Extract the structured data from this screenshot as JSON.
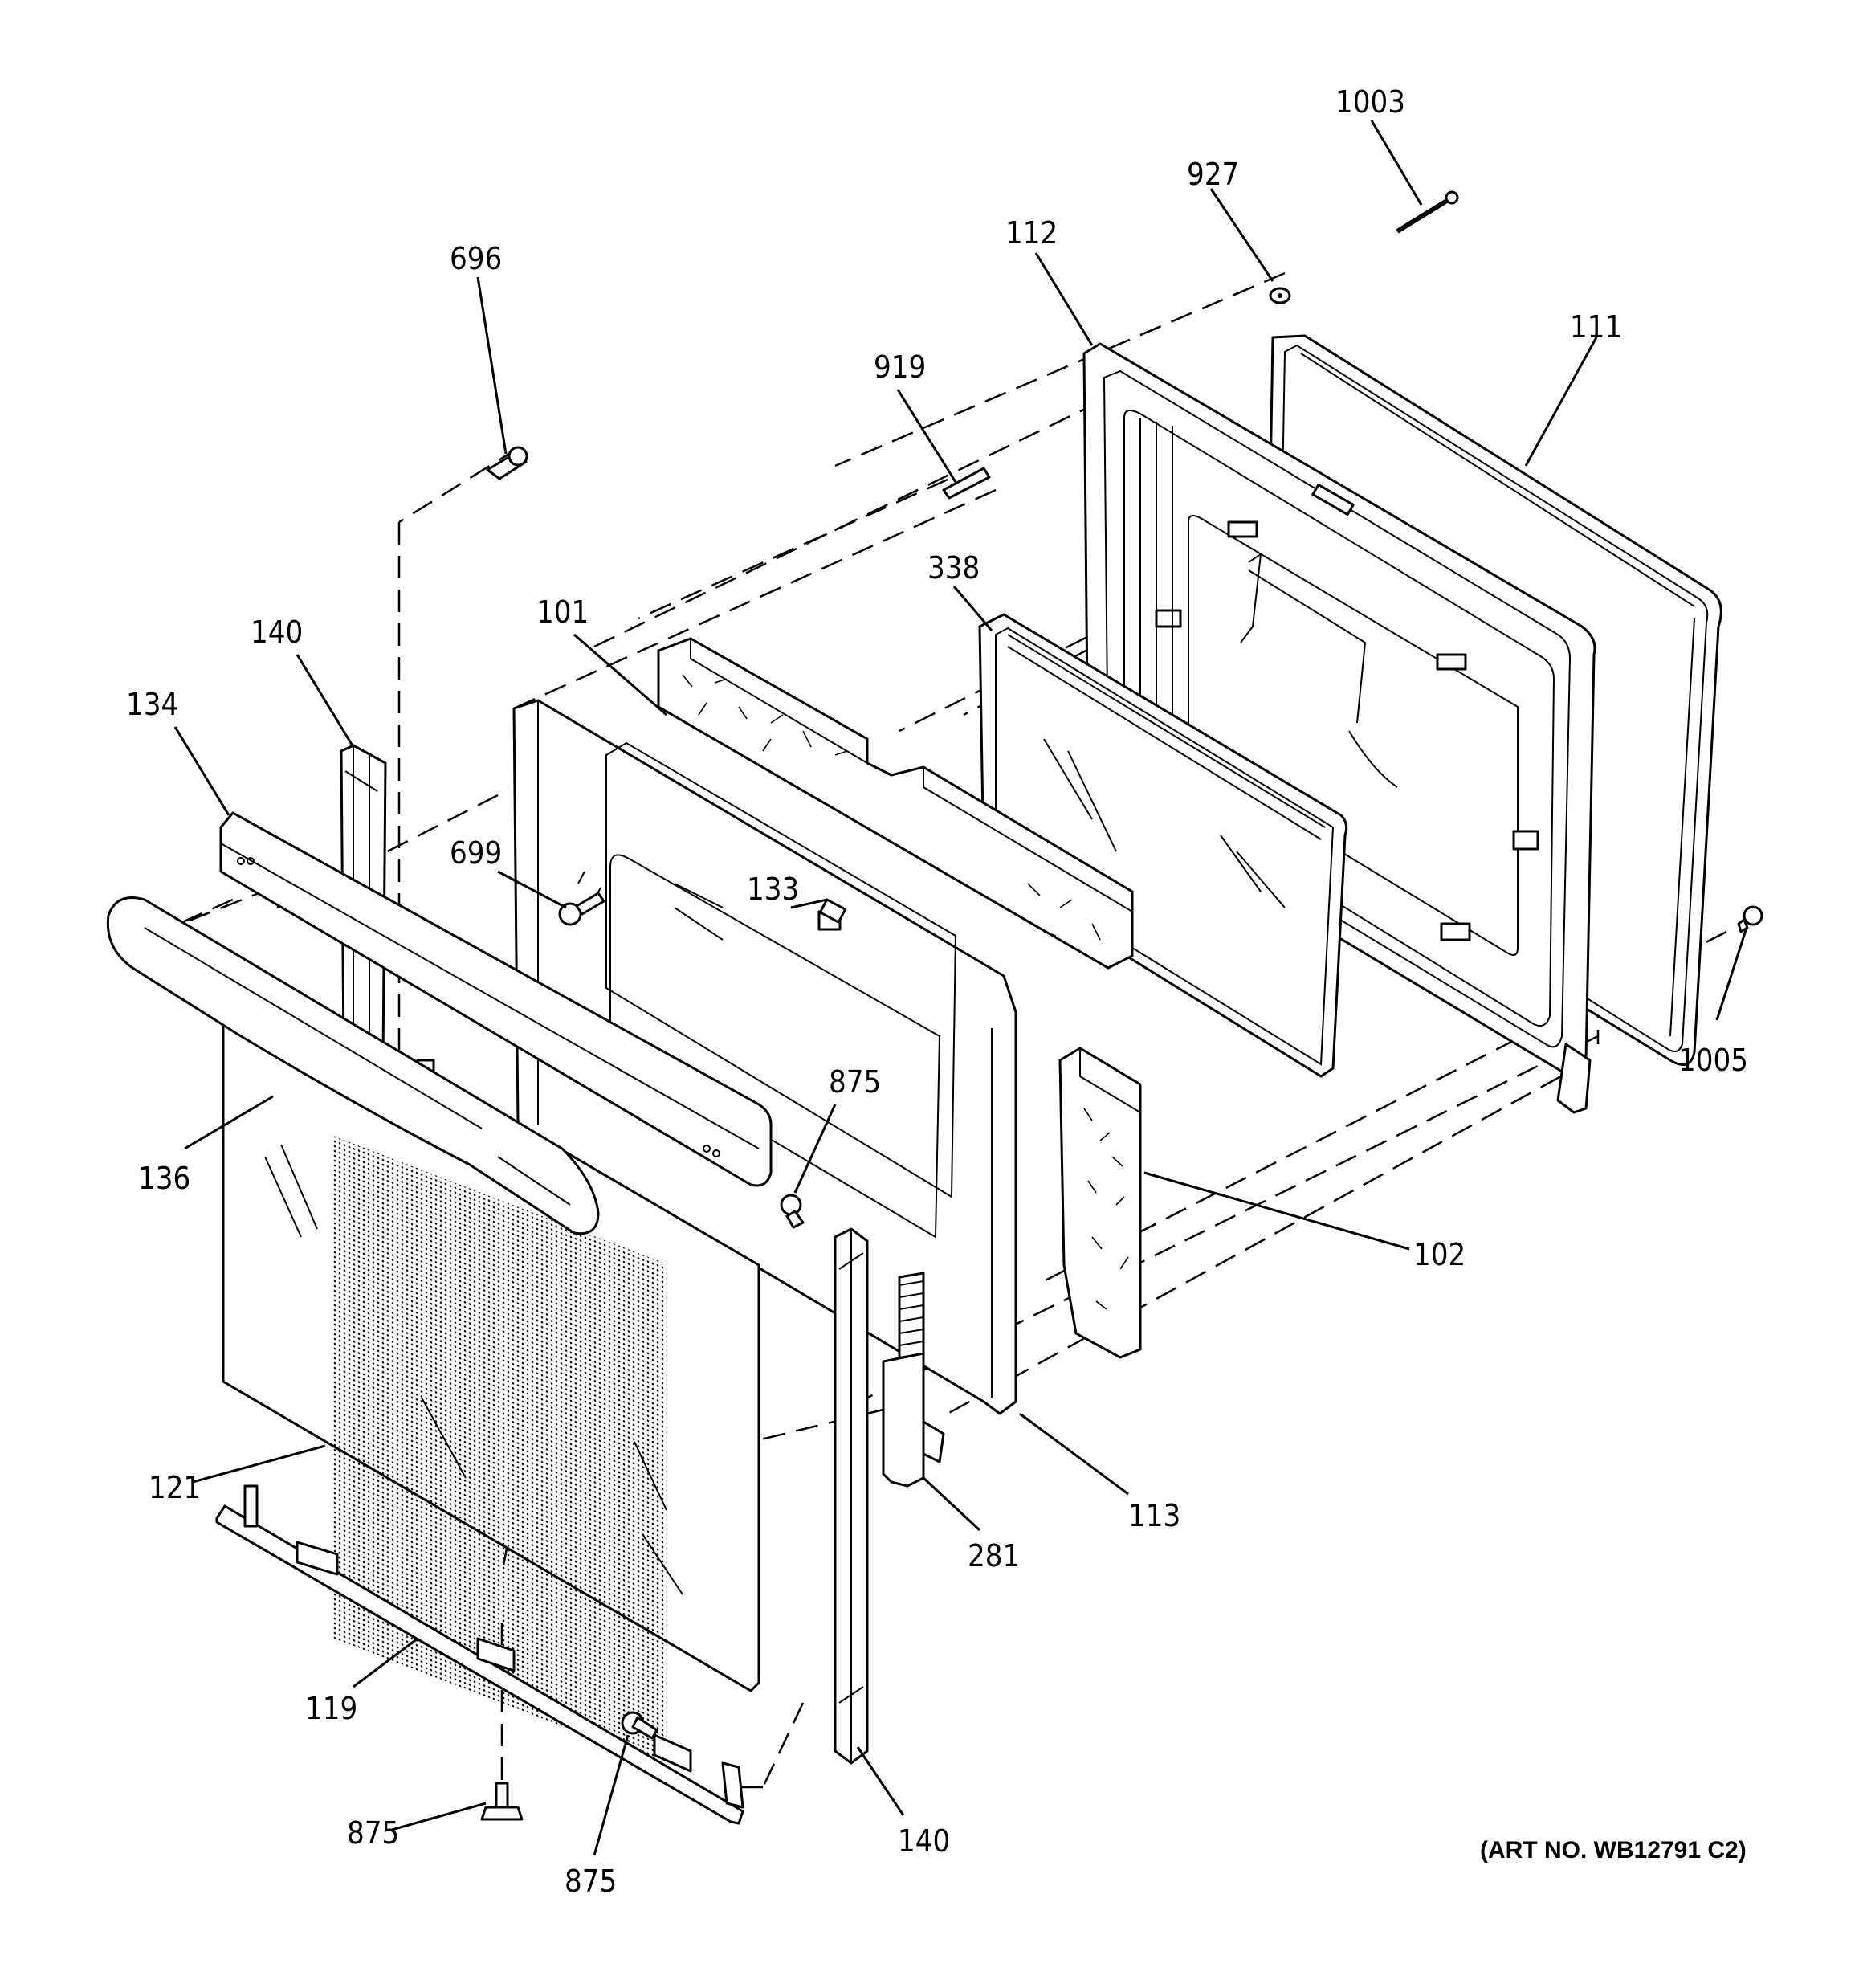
{
  "art_number": "(ART NO. WB12791 C2)",
  "callouts": [
    {
      "id": "c1003",
      "text": "1003"
    },
    {
      "id": "c927",
      "text": "927"
    },
    {
      "id": "c112",
      "text": "112"
    },
    {
      "id": "c111",
      "text": "111"
    },
    {
      "id": "c919",
      "text": "919"
    },
    {
      "id": "c696",
      "text": "696"
    },
    {
      "id": "c338",
      "text": "338"
    },
    {
      "id": "c101",
      "text": "101"
    },
    {
      "id": "c140a",
      "text": "140"
    },
    {
      "id": "c134",
      "text": "134"
    },
    {
      "id": "c699",
      "text": "699"
    },
    {
      "id": "c133",
      "text": "133"
    },
    {
      "id": "c1005",
      "text": "1005"
    },
    {
      "id": "c875a",
      "text": "875"
    },
    {
      "id": "c136",
      "text": "136"
    },
    {
      "id": "c102",
      "text": "102"
    },
    {
      "id": "c121",
      "text": "121"
    },
    {
      "id": "c113",
      "text": "113"
    },
    {
      "id": "c281",
      "text": "281"
    },
    {
      "id": "c119",
      "text": "119"
    },
    {
      "id": "c875b",
      "text": "875"
    },
    {
      "id": "c875c",
      "text": "875"
    },
    {
      "id": "c140b",
      "text": "140"
    }
  ]
}
